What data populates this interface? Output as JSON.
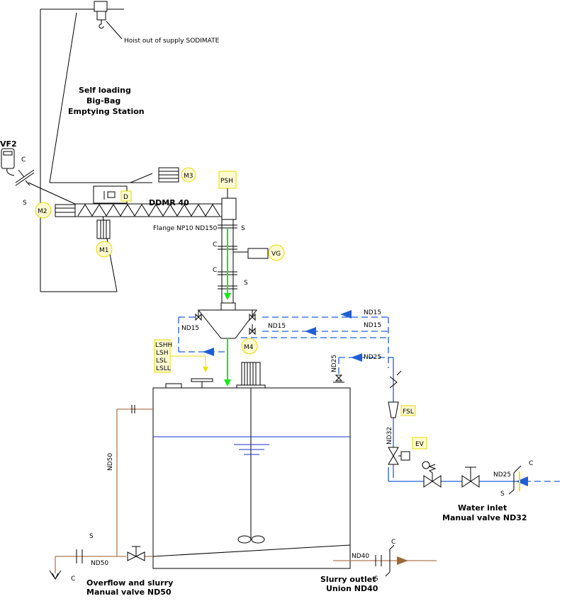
{
  "labels": {
    "hoist": "Hoist out of supply SODIMATE",
    "station_line1": "Self loading",
    "station_line2": "Big-Bag",
    "station_line3": "Emptying Station",
    "vf2": "VF2",
    "c": "C",
    "s": "S",
    "m1": "M1",
    "m2": "M2",
    "m3": "M3",
    "m4": "M4",
    "d": "D",
    "ddmr": "DDMR 40",
    "flange": "Flange NP10  ND150",
    "psh": "PSH",
    "vg": "VG",
    "nd15": "ND15",
    "nd25": "ND25",
    "nd32": "ND32",
    "nd40": "ND40",
    "nd50": "ND50",
    "fsl": "FSL",
    "ev": "EV",
    "lshh": "LSHH",
    "lsh": "LSH",
    "lsl": "LSL",
    "lsll": "LSLL",
    "water_inlet_1": "Water inlet",
    "water_inlet_2": "Manual valve ND32",
    "overflow_1": "Overflow and slurry",
    "overflow_2": "Manual valve ND50",
    "slurry_1": "Slurry outlet",
    "slurry_2": "Union ND40"
  },
  "colors": {
    "water_line": "#1f5fd6",
    "flow_arrow": "#17e817",
    "level_tag": "#f0e000",
    "drain_line": "#b07a50",
    "slurry_arrow": "#9a6a3a",
    "level_line": "#1a2fcf"
  }
}
